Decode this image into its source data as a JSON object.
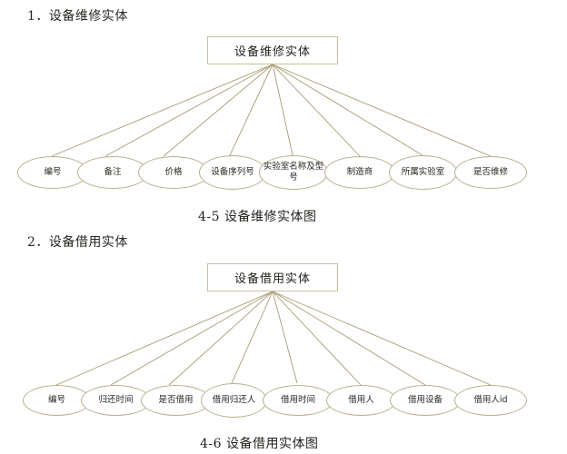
{
  "page": {
    "background_color": "#ffffff",
    "line_color": "#a89b73",
    "box_border_color": "#c9bf9e",
    "ellipse_border_color": "#b9ae8d",
    "text_color": "#26261f"
  },
  "sections": [
    {
      "heading": "1．设备维修实体",
      "entity": "设备维修实体",
      "attributes": [
        "编号",
        "备注",
        "价格",
        "设备序列号",
        "实验室名称及型号",
        "制造商",
        "所属实验室",
        "是否维修"
      ],
      "caption": "4-5 设备维修实体图"
    },
    {
      "heading": "2．设备借用实体",
      "entity": "设备借用实体",
      "attributes": [
        "编号",
        "归还时间",
        "是否借用",
        "借用归还人",
        "借用时间",
        "借用人",
        "借用设备",
        "借用人id"
      ],
      "caption": "4-6 设备借用实体图"
    }
  ]
}
